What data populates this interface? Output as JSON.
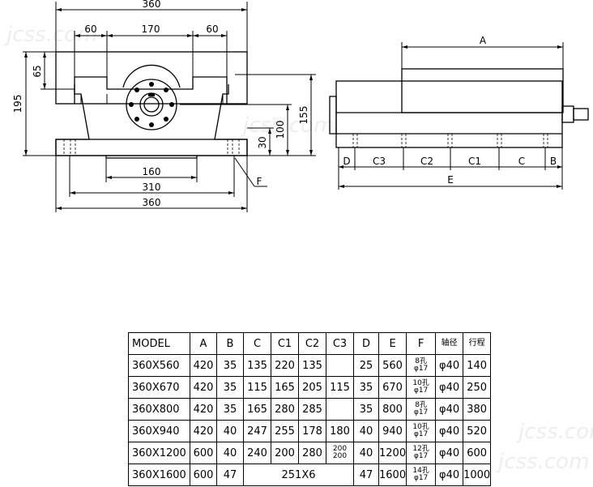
{
  "front_view": {
    "dim_top": "360",
    "dim_left_60": "60",
    "dim_170": "170",
    "dim_right_60": "60",
    "dim_65": "65",
    "dim_195": "195",
    "dim_155": "155",
    "dim_100": "100",
    "dim_30": "30",
    "dim_160": "160",
    "dim_310": "310",
    "dim_bottom_360": "360",
    "label_F": "F"
  },
  "side_view": {
    "label_A": "A",
    "label_D": "D",
    "label_C3": "C3",
    "label_C2": "C2",
    "label_C1": "C1",
    "label_C": "C",
    "label_B": "B",
    "label_E": "E"
  },
  "table": {
    "headers": [
      "MODEL",
      "A",
      "B",
      "C",
      "C1",
      "C2",
      "C3",
      "D",
      "E",
      "F",
      "轴径",
      "行程"
    ],
    "rows": [
      {
        "model": "360X560",
        "A": "420",
        "B": "35",
        "C": "135",
        "C1": "220",
        "C2": "135",
        "C3": "",
        "D": "25",
        "E": "560",
        "F1": "8孔",
        "F2": "φ17",
        "shaft": "φ40",
        "stroke": "140"
      },
      {
        "model": "360X670",
        "A": "420",
        "B": "35",
        "C": "115",
        "C1": "165",
        "C2": "205",
        "C3": "115",
        "D": "35",
        "E": "670",
        "F1": "10孔",
        "F2": "φ17",
        "shaft": "φ40",
        "stroke": "250"
      },
      {
        "model": "360X800",
        "A": "420",
        "B": "35",
        "C": "165",
        "C1": "280",
        "C2": "285",
        "C3": "",
        "D": "35",
        "E": "800",
        "F1": "8孔",
        "F2": "φ17",
        "shaft": "φ40",
        "stroke": "380"
      },
      {
        "model": "360X940",
        "A": "420",
        "B": "40",
        "C": "247",
        "C1": "255",
        "C2": "178",
        "C3": "180",
        "D": "40",
        "E": "940",
        "F1": "10孔",
        "F2": "φ17",
        "shaft": "φ40",
        "stroke": "520"
      },
      {
        "model": "360X1200",
        "A": "600",
        "B": "40",
        "C": "240",
        "C1": "200",
        "C2": "280",
        "C3a": "200",
        "C3b": "200",
        "D": "40",
        "E": "1200",
        "F1": "12孔",
        "F2": "φ17",
        "shaft": "φ40",
        "stroke": "600"
      },
      {
        "model": "360X1600",
        "A": "600",
        "B": "47",
        "Cmerged": "251X6",
        "D": "47",
        "E": "1600",
        "F1": "14孔",
        "F2": "φ17",
        "shaft": "φ40",
        "stroke": "1000"
      }
    ]
  },
  "watermarks": [
    "jcss.com",
    "jcss.com",
    "jcss.com",
    "jcss.com"
  ]
}
